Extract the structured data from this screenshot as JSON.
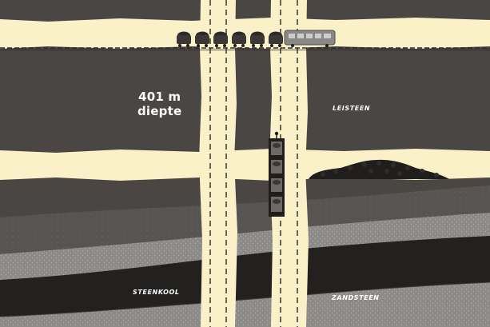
{
  "depth": {
    "value": "401 m",
    "word": "diepte"
  },
  "layers": {
    "leisteen": "LEISTEEN",
    "steenkool": "STEENKOOL",
    "zandsteen": "ZANDSTEEN"
  },
  "colors": {
    "rock": "#4a4644",
    "tunnel": "#fbf1c8",
    "coal": "#222120",
    "sandstone": "#8d8b89",
    "lower_rock": "#575452"
  }
}
